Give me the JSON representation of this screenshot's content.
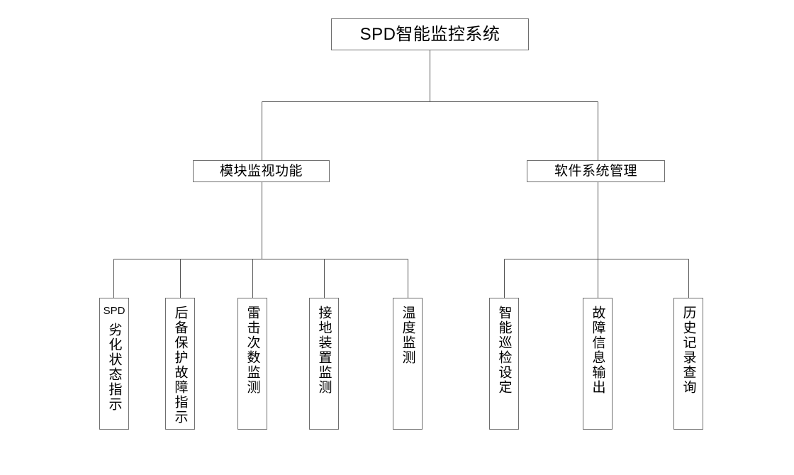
{
  "diagram": {
    "type": "organization-tree",
    "title": "SPD智能监控系统",
    "orientation": "top-down",
    "colors": {
      "background": "#ffffff",
      "box_border": "#6e6e6e",
      "connector_line": "#555555",
      "text": "#000000"
    },
    "root": {
      "id": "root",
      "label": "SPD智能监控系统"
    },
    "branches": [
      {
        "id": "branch-module-monitoring",
        "label": "模块监视功能",
        "children": [
          {
            "id": "leaf-spd-degradation",
            "latin": "SPD",
            "cjk": "劣化状态指示",
            "full_label": "SPD 劣化状态指示"
          },
          {
            "id": "leaf-backup-protection",
            "latin": "",
            "cjk": "后备保护故障指示",
            "full_label": "后备保护故障指示"
          },
          {
            "id": "leaf-lightning-count",
            "latin": "",
            "cjk": "雷击次数监测",
            "full_label": "雷击次数监测"
          },
          {
            "id": "leaf-grounding-device",
            "latin": "",
            "cjk": "接地装置监测",
            "full_label": "接地装置监测"
          },
          {
            "id": "leaf-temperature",
            "latin": "",
            "cjk": "温度监测",
            "full_label": "温度监测"
          }
        ]
      },
      {
        "id": "branch-software-management",
        "label": "软件系统管理",
        "children": [
          {
            "id": "leaf-smart-inspection",
            "latin": "",
            "cjk": "智能巡检设定",
            "full_label": "智能巡检设定"
          },
          {
            "id": "leaf-fault-info-output",
            "latin": "",
            "cjk": "故障信息输出",
            "full_label": "故障信息输出"
          },
          {
            "id": "leaf-history-query",
            "latin": "",
            "cjk": "历史记录查询",
            "full_label": "历史记录查询"
          }
        ]
      }
    ]
  }
}
